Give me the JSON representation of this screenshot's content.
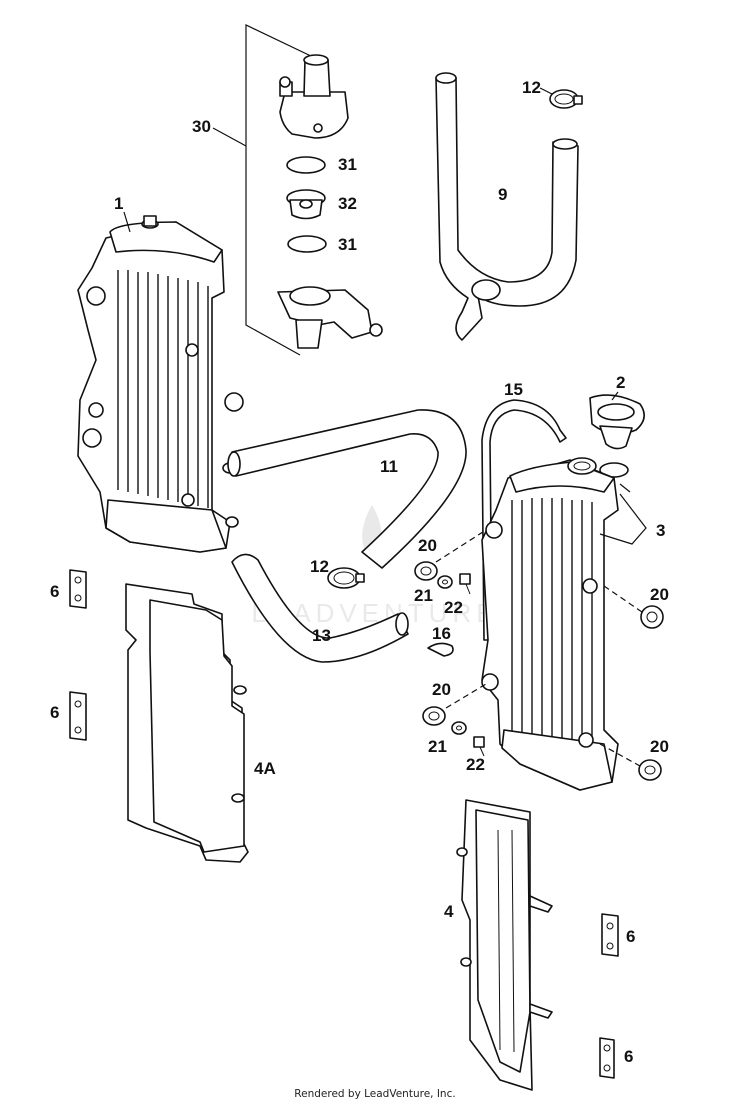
{
  "diagram": {
    "watermark": "LEADVENTURE",
    "footer": "Rendered by LeadVenture, Inc.",
    "callouts": [
      {
        "id": "30",
        "label": "30"
      },
      {
        "id": "31a",
        "label": "31"
      },
      {
        "id": "32",
        "label": "32"
      },
      {
        "id": "31b",
        "label": "31"
      },
      {
        "id": "1",
        "label": "1"
      },
      {
        "id": "12a",
        "label": "12"
      },
      {
        "id": "9",
        "label": "9"
      },
      {
        "id": "15",
        "label": "15"
      },
      {
        "id": "2",
        "label": "2"
      },
      {
        "id": "11",
        "label": "11"
      },
      {
        "id": "3",
        "label": "3"
      },
      {
        "id": "20a",
        "label": "20"
      },
      {
        "id": "12b",
        "label": "12"
      },
      {
        "id": "21a",
        "label": "21"
      },
      {
        "id": "22a",
        "label": "22"
      },
      {
        "id": "20b",
        "label": "20"
      },
      {
        "id": "6a",
        "label": "6"
      },
      {
        "id": "13",
        "label": "13"
      },
      {
        "id": "16",
        "label": "16"
      },
      {
        "id": "20c",
        "label": "20"
      },
      {
        "id": "6b",
        "label": "6"
      },
      {
        "id": "21b",
        "label": "21"
      },
      {
        "id": "22b",
        "label": "22"
      },
      {
        "id": "20d",
        "label": "20"
      },
      {
        "id": "4A",
        "label": "4A"
      },
      {
        "id": "4",
        "label": "4"
      },
      {
        "id": "6c",
        "label": "6"
      },
      {
        "id": "6d",
        "label": "6"
      }
    ]
  }
}
